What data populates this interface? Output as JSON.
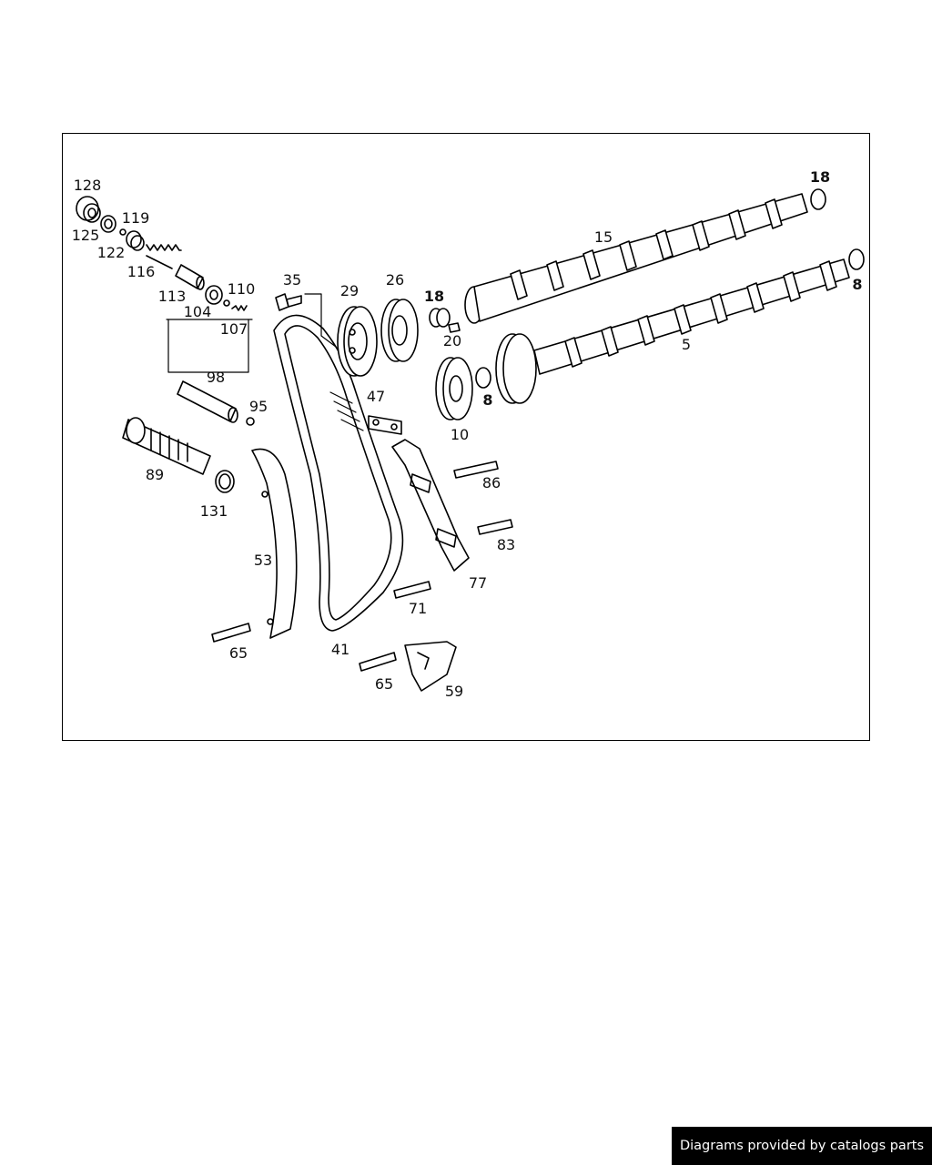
{
  "diagram": {
    "labels": [
      {
        "id": "l128",
        "text": "128"
      },
      {
        "id": "l125",
        "text": "125"
      },
      {
        "id": "l119",
        "text": "119"
      },
      {
        "id": "l122",
        "text": "122"
      },
      {
        "id": "l116",
        "text": "116"
      },
      {
        "id": "l113",
        "text": "113"
      },
      {
        "id": "l104",
        "text": "104"
      },
      {
        "id": "l110",
        "text": "110"
      },
      {
        "id": "l107",
        "text": "107"
      },
      {
        "id": "l98",
        "text": "98"
      },
      {
        "id": "l95",
        "text": "95"
      },
      {
        "id": "l89",
        "text": "89"
      },
      {
        "id": "l131",
        "text": "131"
      },
      {
        "id": "l53",
        "text": "53"
      },
      {
        "id": "l65a",
        "text": "65"
      },
      {
        "id": "l35",
        "text": "35"
      },
      {
        "id": "l29",
        "text": "29"
      },
      {
        "id": "l26",
        "text": "26"
      },
      {
        "id": "l41",
        "text": "41"
      },
      {
        "id": "l47",
        "text": "47"
      },
      {
        "id": "l18a",
        "text": "18"
      },
      {
        "id": "l20",
        "text": "20"
      },
      {
        "id": "l10",
        "text": "10"
      },
      {
        "id": "l8a",
        "text": "8"
      },
      {
        "id": "l15",
        "text": "15"
      },
      {
        "id": "l18b",
        "text": "18"
      },
      {
        "id": "l5",
        "text": "5"
      },
      {
        "id": "l8b",
        "text": "8"
      },
      {
        "id": "l86",
        "text": "86"
      },
      {
        "id": "l83",
        "text": "83"
      },
      {
        "id": "l77",
        "text": "77"
      },
      {
        "id": "l71",
        "text": "71"
      },
      {
        "id": "l65b",
        "text": "65"
      },
      {
        "id": "l59",
        "text": "59"
      }
    ]
  },
  "footer": {
    "text": "Diagrams provided by catalogs parts"
  }
}
